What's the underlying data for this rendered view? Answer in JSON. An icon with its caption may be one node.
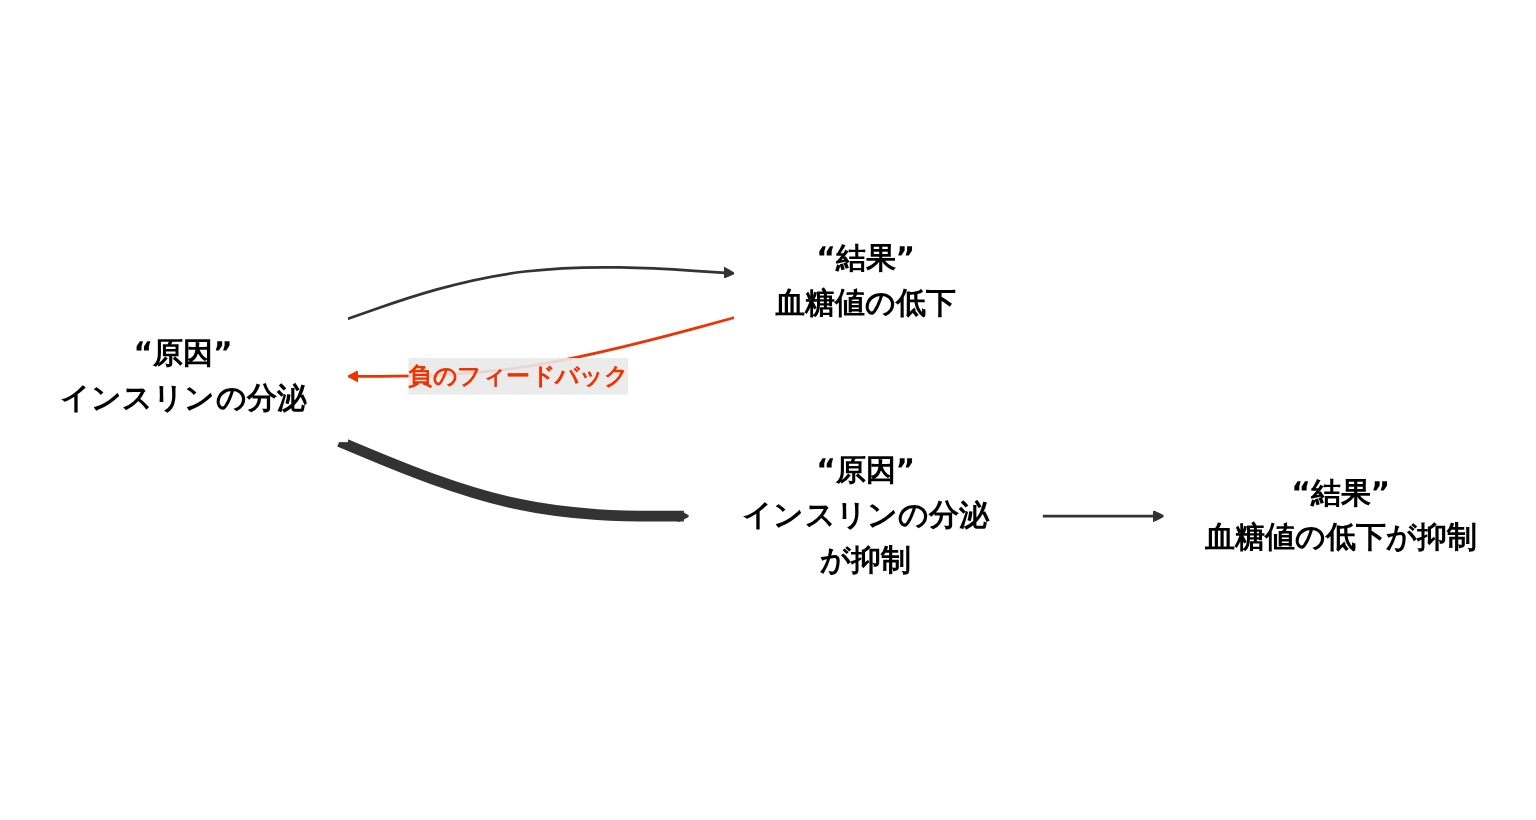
{
  "diagram": {
    "nodes": [
      {
        "text": [
          "“原因”",
          "インスリンの分泌"
        ]
      },
      {
        "text": [
          "“結果”",
          "血糖値の低下"
        ]
      },
      {
        "text": [
          "“原因”",
          "インスリンの分泌が抑制"
        ]
      },
      {
        "text": [
          "“結果”",
          "血糖値の低下が抑制"
        ]
      }
    ],
    "edges": [
      {
        "from": 0,
        "to": 1,
        "arrow": "to"
      },
      {
        "from": 1,
        "to": 0,
        "arrow": "to",
        "label": "負のフィードバック",
        "color": "#ee3300"
      },
      {
        "from": 0,
        "to": 2,
        "arrow": "to",
        "style": "thick"
      },
      {
        "from": 2,
        "to": 3,
        "arrow": "to"
      }
    ]
  }
}
